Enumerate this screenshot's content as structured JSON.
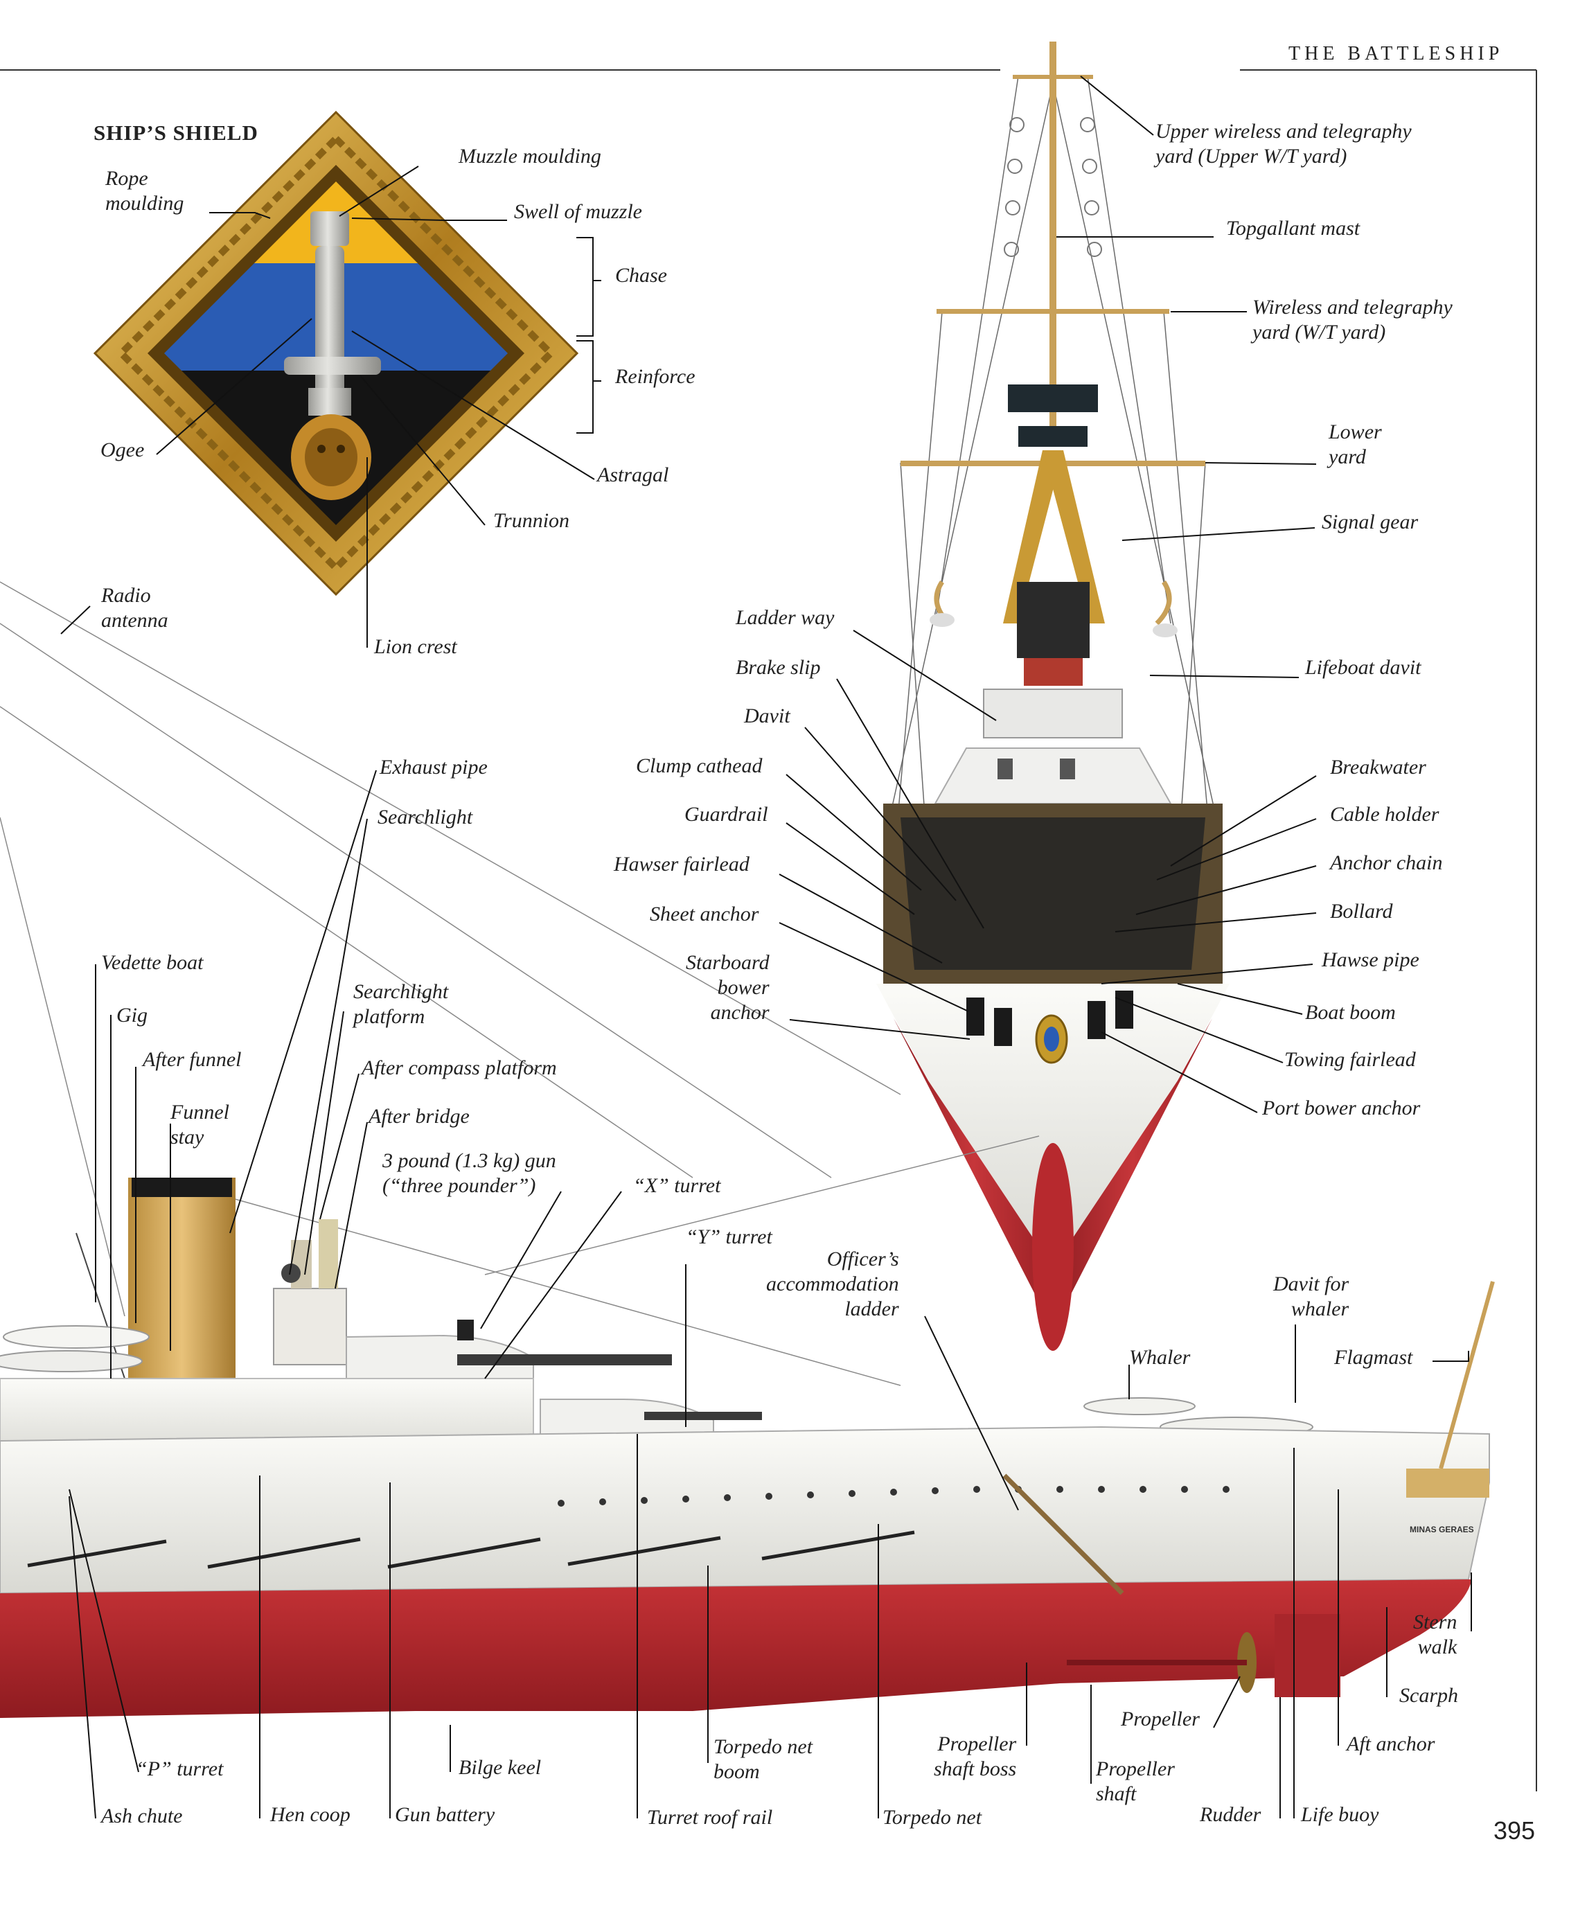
{
  "header": {
    "title": "THE BATTLESHIP"
  },
  "page_number": "395",
  "colors": {
    "hull_red": "#b3282d",
    "hull_white": "#f2f2ee",
    "deck_tan": "#c9a45c",
    "brass": "#c8982c",
    "shield_yellow": "#f2b51c",
    "shield_blue": "#2a5cb4",
    "shield_black": "#141414"
  },
  "shield": {
    "title": "SHIP’S SHIELD",
    "labels": {
      "rope_moulding": "Rope\nmoulding",
      "muzzle_moulding": "Muzzle moulding",
      "swell_of_muzzle": "Swell of muzzle",
      "chase": "Chase",
      "reinforce": "Reinforce",
      "ogee": "Ogee",
      "astragal": "Astragal",
      "trunnion": "Trunnion",
      "lion_crest": "Lion crest"
    }
  },
  "bow_view": {
    "labels": {
      "upper_wt_yard": "Upper wireless and telegraphy\nyard (Upper W/T yard)",
      "topgallant_mast": "Topgallant mast",
      "wt_yard": "Wireless and telegraphy\nyard (W/T yard)",
      "lower_yard": "Lower\nyard",
      "signal_gear": "Signal gear",
      "lifeboat_davit": "Lifeboat davit",
      "ladder_way": "Ladder way",
      "brake_slip": "Brake slip",
      "davit": "Davit",
      "clump_cathead": "Clump cathead",
      "guardrail": "Guardrail",
      "hawser_fairlead": "Hawser fairlead",
      "sheet_anchor": "Sheet anchor",
      "starboard_bower_anchor": "Starboard\nbower\nanchor",
      "breakwater": "Breakwater",
      "cable_holder": "Cable holder",
      "anchor_chain": "Anchor chain",
      "bollard": "Bollard",
      "hawse_pipe": "Hawse pipe",
      "boat_boom": "Boat boom",
      "towing_fairlead": "Towing fairlead",
      "port_bower_anchor": "Port bower anchor"
    }
  },
  "side_view": {
    "labels": {
      "radio_antenna": "Radio\nantenna",
      "exhaust_pipe": "Exhaust pipe",
      "searchlight": "Searchlight",
      "vedette_boat": "Vedette boat",
      "gig": "Gig",
      "after_funnel": "After funnel",
      "funnel_stay": "Funnel\nstay",
      "searchlight_platform": "Searchlight\nplatform",
      "after_compass_platform": "After compass platform",
      "after_bridge": "After bridge",
      "three_pounder": "3 pound (1.3 kg) gun\n(“three pounder”)",
      "x_turret": "“X” turret",
      "y_turret": "“Y” turret",
      "officers_ladder": "Officer’s\naccommodation\nladder",
      "davit_for_whaler": "Davit for\nwhaler",
      "whaler": "Whaler",
      "flagmast": "Flagmast",
      "stern_walk": "Stern\nwalk",
      "scarph": "Scarph",
      "propeller": "Propeller",
      "aft_anchor": "Aft anchor",
      "propeller_shaft_boss": "Propeller\nshaft boss",
      "propeller_shaft": "Propeller\nshaft",
      "torpedo_net_boom": "Torpedo net\nboom",
      "p_turret": "“P” turret",
      "bilge_keel": "Bilge keel",
      "ash_chute": "Ash chute",
      "hen_coop": "Hen coop",
      "gun_battery": "Gun battery",
      "turret_roof_rail": "Turret roof rail",
      "torpedo_net": "Torpedo net",
      "rudder": "Rudder",
      "life_buoy": "Life buoy",
      "stern_name": "MINAS GERAES"
    }
  }
}
